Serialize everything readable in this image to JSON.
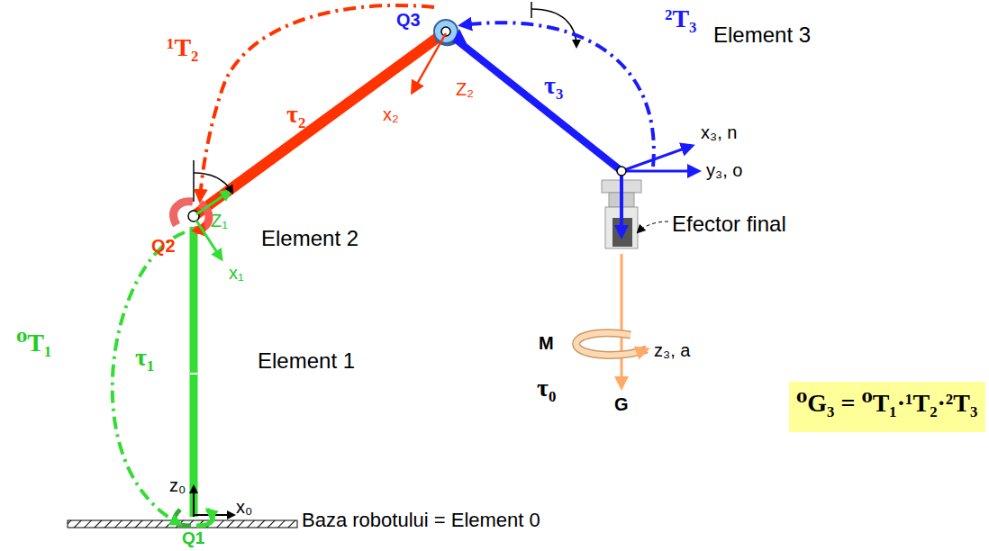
{
  "diagram": {
    "nodes": [
      {
        "text": [
          "⁰G₃ = ⁰T₁·¹T₂·²T₃"
        ]
      }
    ],
    "labels": [
      "¹T₂",
      "Q3",
      "²T₃",
      "Element 3",
      "τ₂",
      "Z₂",
      "x₂",
      "τ₃",
      "x₃, n",
      "y₃, o",
      "Z₁",
      "Q2",
      "Element 2",
      "x₁",
      "Efector final",
      "⁰T₁",
      "τ₁",
      "Element 1",
      "M",
      "z₃, a",
      "τ₀",
      "G",
      "z₀",
      "x₀",
      "Baza robotului = Element 0",
      "Q1"
    ]
  }
}
